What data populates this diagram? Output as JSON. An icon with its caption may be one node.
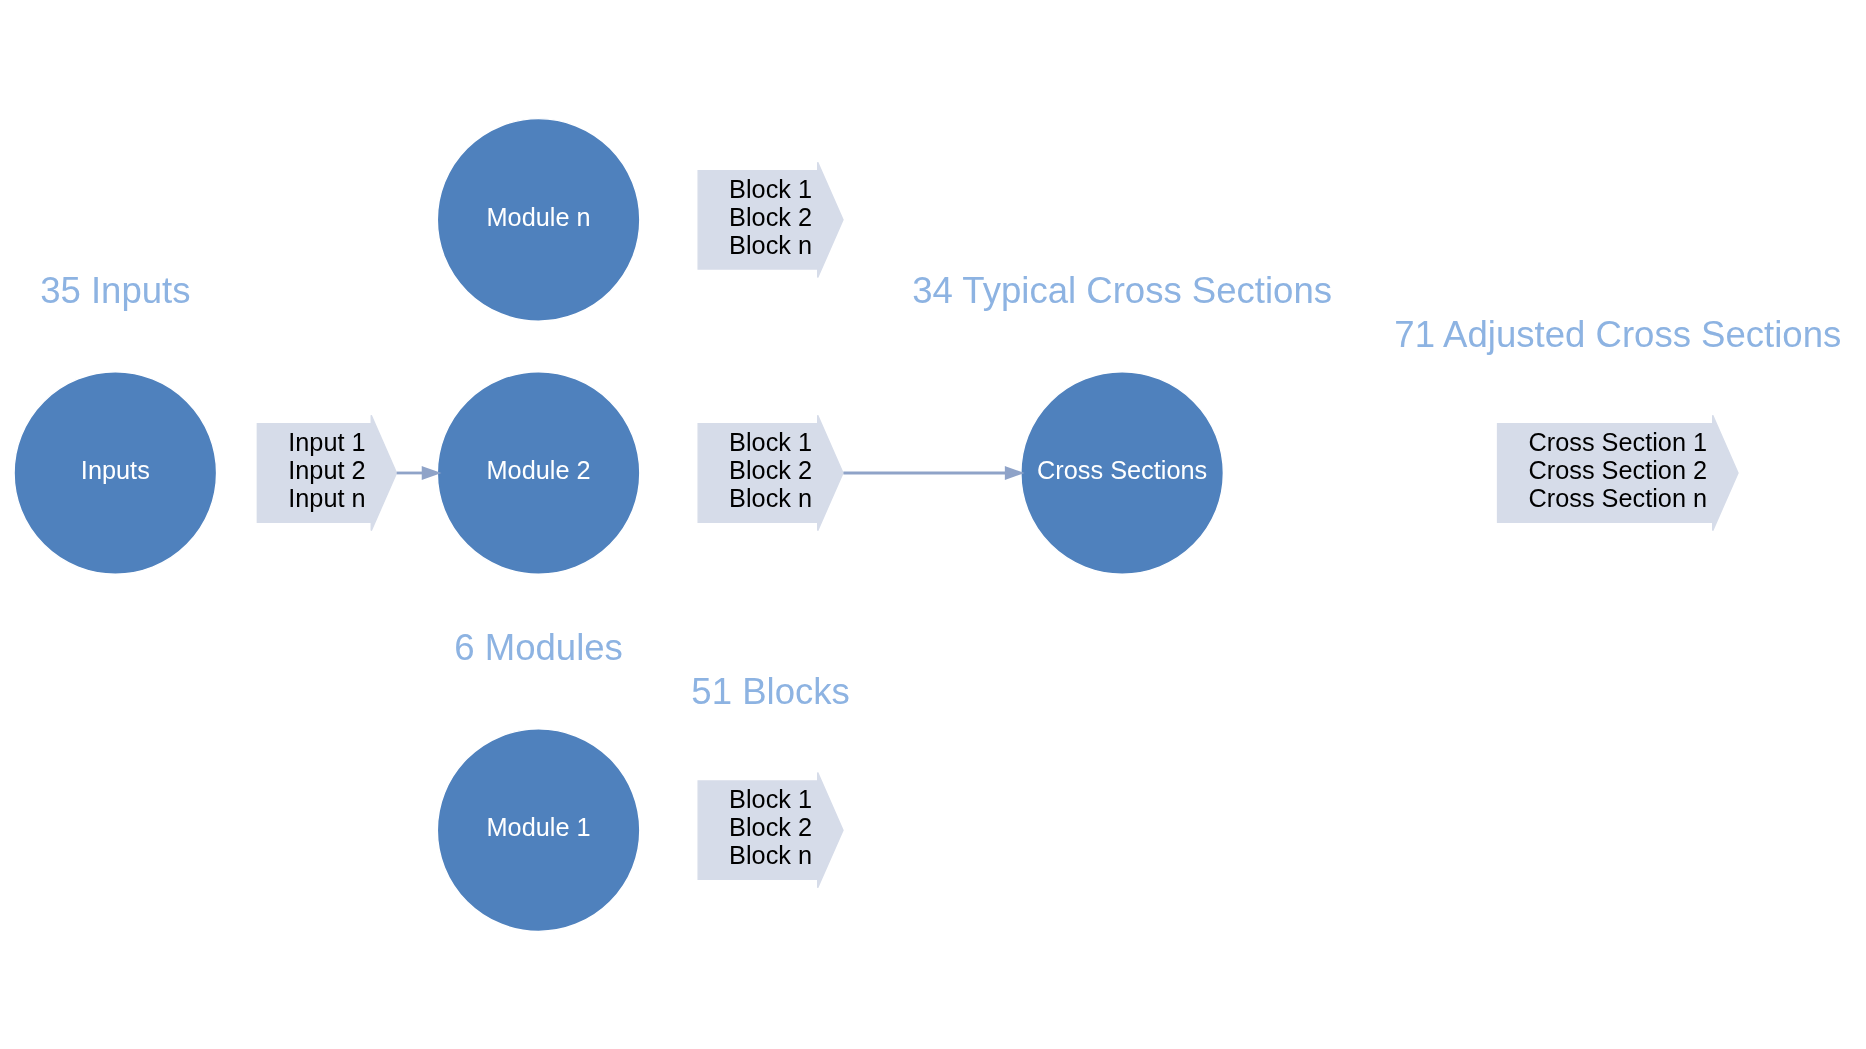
{
  "diagram": {
    "nodes": [
      {
        "text": [
          "Module 1"
        ]
      },
      {
        "text": [
          "Block 1",
          "Block 2",
          "Block n"
        ]
      },
      {
        "text": [
          "Inputs"
        ]
      },
      {
        "text": [
          "Input 1",
          "Input 2",
          "Input n"
        ]
      },
      {
        "text": [
          "Module 2"
        ]
      },
      {
        "text": [
          "Block 1",
          "Block 2",
          "Block n"
        ]
      },
      {
        "text": [
          "Cross Sections"
        ]
      },
      {
        "text": [
          "Cross Section 1",
          "Cross Section 2",
          "Cross Section n"
        ]
      },
      {
        "text": [
          "Module n"
        ]
      },
      {
        "text": [
          "Block 1",
          "Block 2",
          "Block n"
        ]
      }
    ],
    "edges": [
      {
        "from": 3,
        "to": 4,
        "arrow": "to"
      },
      {
        "from": 5,
        "to": 6,
        "arrow": "to"
      }
    ],
    "labels": [
      "6 Modules",
      "51 Blocks",
      "34 Typical Cross Sections",
      "35 Inputs",
      "71 Adjusted Cross Sections"
    ]
  }
}
